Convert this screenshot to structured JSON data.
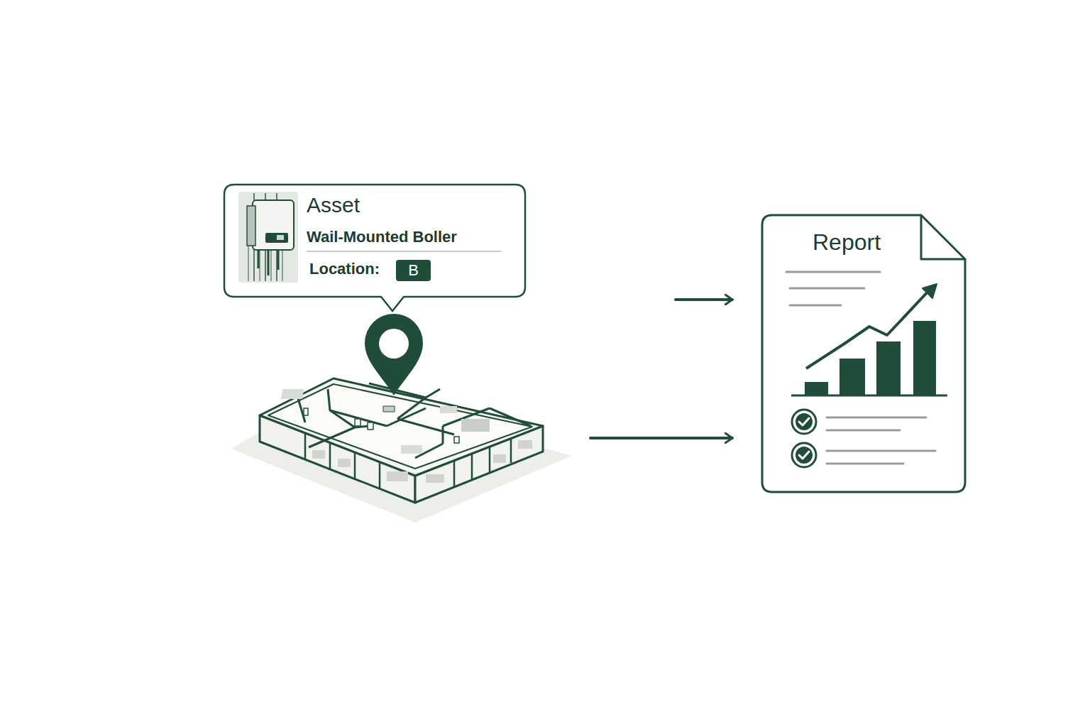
{
  "diagram": {
    "nodes": [
      {
        "text": [
          "Asset",
          "Wail-Mounted Boller",
          "Location:"
        ]
      },
      {
        "text": [
          "B"
        ],
        "in": 0
      },
      {
        "text": [
          "Report"
        ]
      }
    ]
  }
}
